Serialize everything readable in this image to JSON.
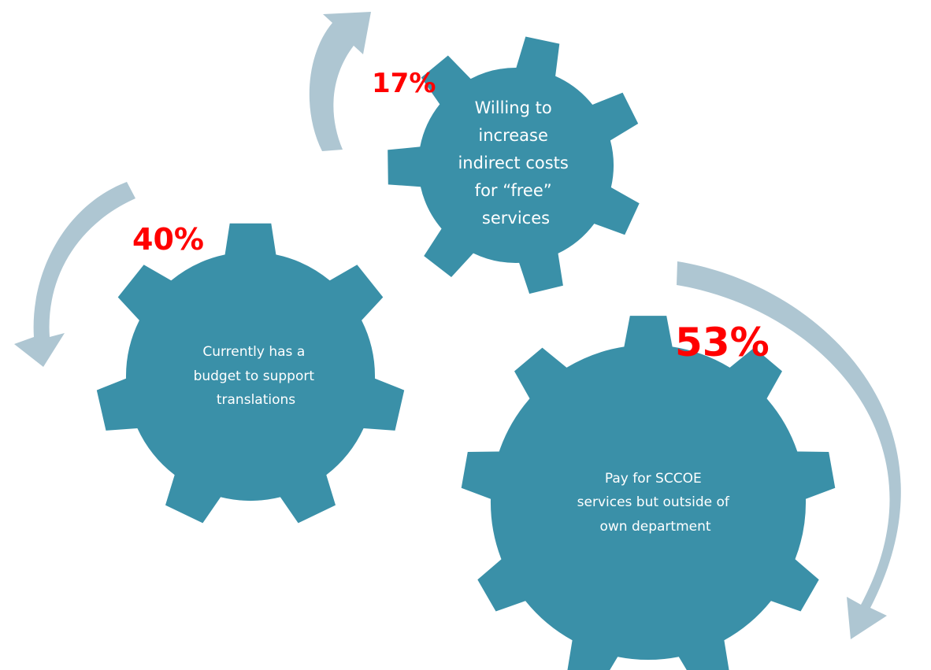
{
  "accent_colors": {
    "gear": "#3a90a8",
    "arrow": "#aec6d2",
    "percentage": "#ff0000",
    "gear_text": "#ffffff"
  },
  "gears": [
    {
      "id": "budget",
      "percentage": "40%",
      "lines": [
        "Currently has a",
        "budget  to support",
        "translations"
      ]
    },
    {
      "id": "indirect-costs",
      "percentage": "17%",
      "lines": [
        "Willing to",
        "increase",
        "indirect costs",
        "for “free”",
        "services"
      ]
    },
    {
      "id": "pay-outside",
      "percentage": "53%",
      "lines": [
        "Pay for  SCCOE",
        "services but outside of",
        "own department"
      ]
    }
  ]
}
